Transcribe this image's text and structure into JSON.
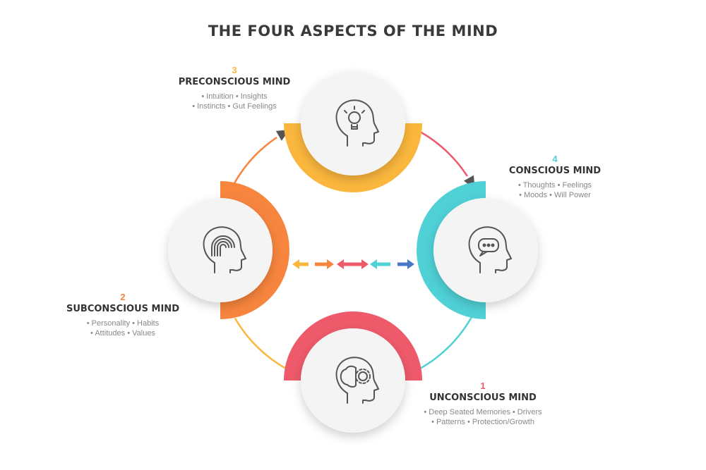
{
  "title": "THE FOUR ASPECTS OF THE MIND",
  "aspects": [
    {
      "num": "1",
      "name": "UNCONSCIOUS MIND",
      "line1": "• Deep Seated Memories • Drivers",
      "line2": "• Patterns • Protection/Growth",
      "color": "#ee5a6a",
      "icon": "brain-gear-icon"
    },
    {
      "num": "2",
      "name": "SUBCONSCIOUS MIND",
      "line1": "• Personality • Habits",
      "line2": "• Attitudes • Values",
      "color": "#f7853e",
      "icon": "fingerprint-icon"
    },
    {
      "num": "3",
      "name": "PRECONSCIOUS MIND",
      "line1": "• Intuition • Insights",
      "line2": "• Instincts • Gut Feelings",
      "color": "#fbb73d",
      "icon": "lightbulb-icon"
    },
    {
      "num": "4",
      "name": "CONSCIOUS MIND",
      "line1": "• Thoughts • Feelings",
      "line2": "• Moods • Will Power",
      "color": "#4fd1d6",
      "icon": "speech-bubbles-icon"
    }
  ],
  "colors": {
    "arrow_head": "#555555",
    "blue": "#4a78c8"
  }
}
